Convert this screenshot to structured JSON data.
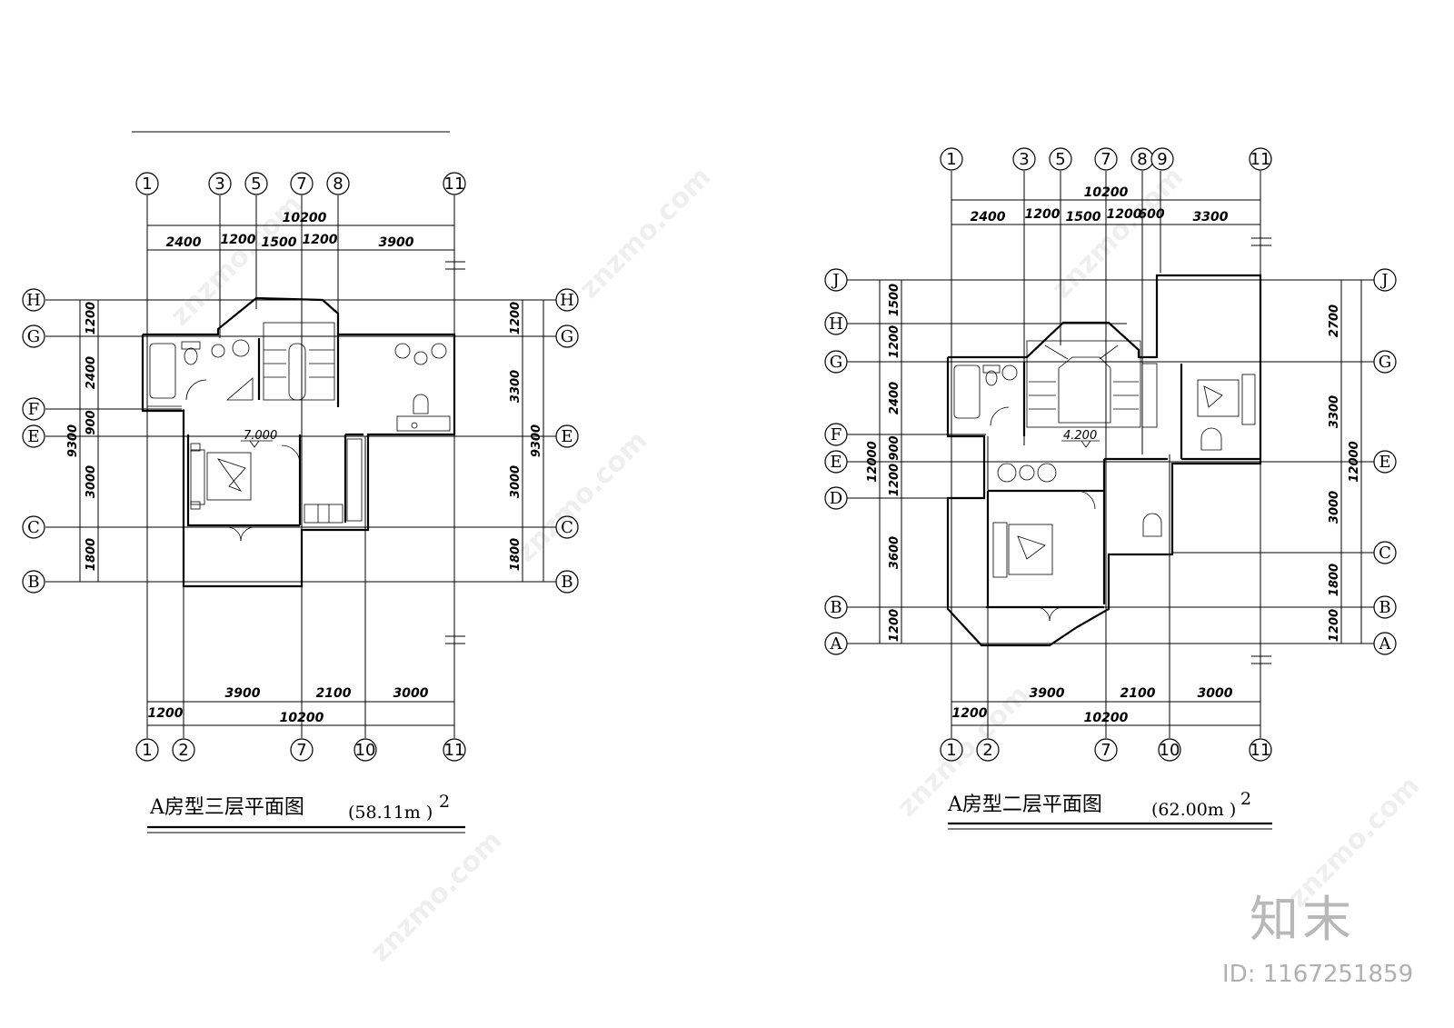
{
  "left_plan": {
    "title": "A房型三层平面图",
    "area": "(58.11m )",
    "area_sup": "2",
    "elevation": "7.000",
    "top_axes": [
      "1",
      "3",
      "5",
      "7",
      "8",
      "11"
    ],
    "bottom_axes": [
      "1",
      "2",
      "7",
      "10",
      "11"
    ],
    "left_axes": [
      "H",
      "G",
      "F",
      "E",
      "C",
      "B"
    ],
    "right_axes": [
      "H",
      "G",
      "E",
      "C",
      "B"
    ],
    "top_total": "10200",
    "top_dims": [
      "2400",
      "1200",
      "1500",
      "1200",
      "3900"
    ],
    "bottom_dims": [
      "1200",
      "3900",
      "2100",
      "3000"
    ],
    "bottom_total": "10200",
    "left_dims": [
      "1200",
      "2400",
      "900",
      "3000",
      "1800"
    ],
    "left_total": "9300",
    "right_dims": [
      "1200",
      "3300",
      "3000",
      "1800"
    ],
    "right_total": "9300"
  },
  "right_plan": {
    "title": "A房型二层平面图",
    "area": "(62.00m )",
    "area_sup": "2",
    "elevation": "4.200",
    "top_axes": [
      "1",
      "3",
      "5",
      "7",
      "8",
      "9",
      "11"
    ],
    "bottom_axes": [
      "1",
      "2",
      "7",
      "10",
      "11"
    ],
    "left_axes": [
      "J",
      "H",
      "G",
      "F",
      "E",
      "D",
      "B",
      "A"
    ],
    "right_axes": [
      "J",
      "G",
      "E",
      "C",
      "B",
      "A"
    ],
    "top_total": "10200",
    "top_dims": [
      "2400",
      "1200",
      "1500",
      "1200",
      "600",
      "3300"
    ],
    "bottom_dims": [
      "1200",
      "3900",
      "2100",
      "3000"
    ],
    "bottom_total": "10200",
    "left_dims": [
      "1500",
      "1200",
      "2400",
      "900",
      "1200",
      "3600",
      "1200"
    ],
    "left_total": "12000",
    "right_dims": [
      "2700",
      "3300",
      "3000",
      "1800",
      "1200"
    ],
    "right_total": "12000"
  },
  "watermark": "znzmo.com",
  "logo": "知末",
  "image_id": "ID: 1167251859"
}
